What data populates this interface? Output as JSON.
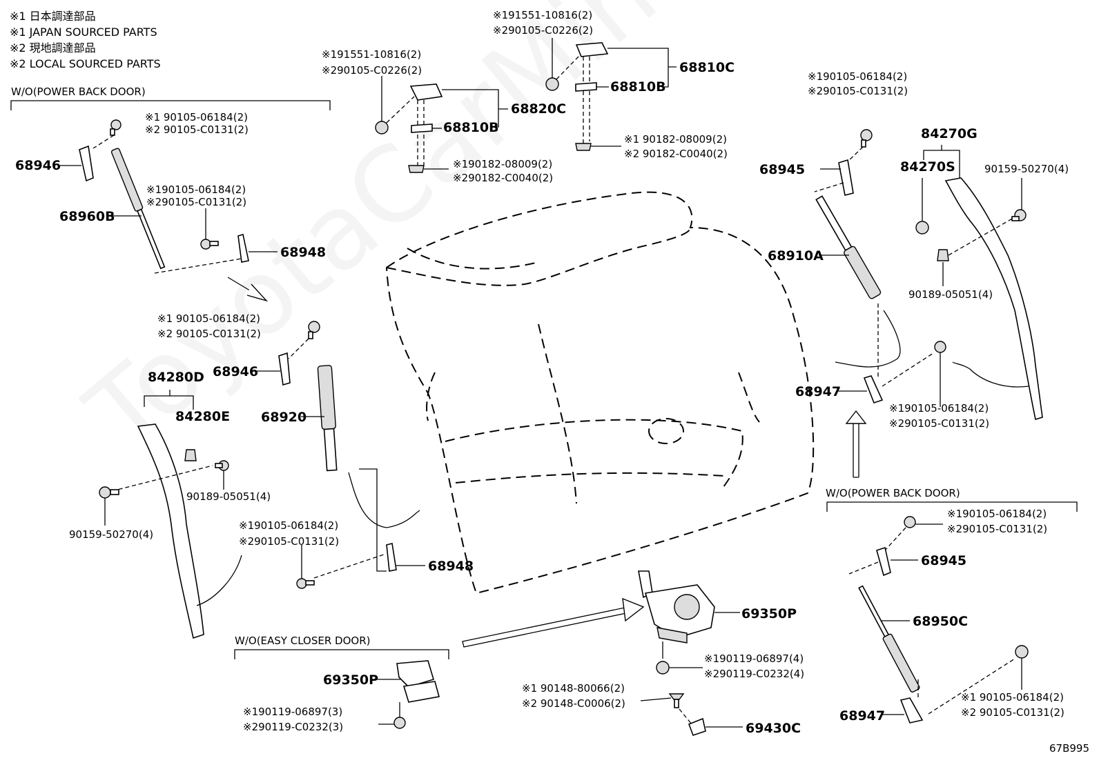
{
  "notes": [
    "※1 日本調達部品",
    "※1 JAPAN SOURCED PARTS",
    "※2 現地調達部品",
    "※2 LOCAL SOURCED PARTS"
  ],
  "watermark": "ToyotaCarMine.ru",
  "diagram_id": "67B995",
  "sections": {
    "no_power_back_door_left": "W/O(POWER BACK DOOR)",
    "no_power_back_door_right": "W/O(POWER BACK DOOR)",
    "no_easy_closer_door": "W/O(EASY CLOSER DOOR)"
  },
  "parts": {
    "p68946_a": "68946",
    "p68960B": "68960B",
    "p68948_a": "68948",
    "p68946_b": "68946",
    "p84280D": "84280D",
    "p84280E": "84280E",
    "p68920": "68920",
    "p90189_l": "90189-05051(4)",
    "p90159_l": "90159-50270(4)",
    "p68948_b": "68948",
    "p68820C": "68820C",
    "p68810B_a": "68810B",
    "p68810C": "68810C",
    "p68810B_b": "68810B",
    "p68945_a": "68945",
    "p68910A": "68910A",
    "p84270G": "84270G",
    "p84270S": "84270S",
    "p90159_r": "90159-50270(4)",
    "p90189_r": "90189-05051(4)",
    "p68947_a": "68947",
    "p68945_b": "68945",
    "p68950C": "68950C",
    "p68947_b": "68947",
    "p69350P_a": "69350P",
    "p69350P_b": "69350P",
    "p69430C": "69430C"
  },
  "callouts": {
    "c1a": "※1 90105-06184(2)",
    "c1b": "※2 90105-C0131(2)",
    "c2a": "※190105-06184(2)",
    "c2b": "※290105-C0131(2)",
    "c3a": "※1 90105-06184(2)",
    "c3b": "※2 90105-C0131(2)",
    "c4a": "※190105-06184(2)",
    "c4b": "※290105-C0131(2)",
    "c5a": "※191551-10816(2)",
    "c5b": "※290105-C0226(2)",
    "c6a": "※191551-10816(2)",
    "c6b": "※290105-C0226(2)",
    "c7a": "※190182-08009(2)",
    "c7b": "※290182-C0040(2)",
    "c8a": "※1 90182-08009(2)",
    "c8b": "※2 90182-C0040(2)",
    "c9a": "※190105-06184(2)",
    "c9b": "※290105-C0131(2)",
    "c10a": "※190105-06184(2)",
    "c10b": "※290105-C0131(2)",
    "c11a": "※190105-06184(2)",
    "c11b": "※290105-C0131(2)",
    "c12a": "※1 90105-06184(2)",
    "c12b": "※2 90105-C0131(2)",
    "c13a": "※190119-06897(4)",
    "c13b": "※290119-C0232(4)",
    "c14a": "※1 90148-80066(2)",
    "c14b": "※2 90148-C0006(2)",
    "c15a": "※190119-06897(3)",
    "c15b": "※290119-C0232(3)"
  }
}
